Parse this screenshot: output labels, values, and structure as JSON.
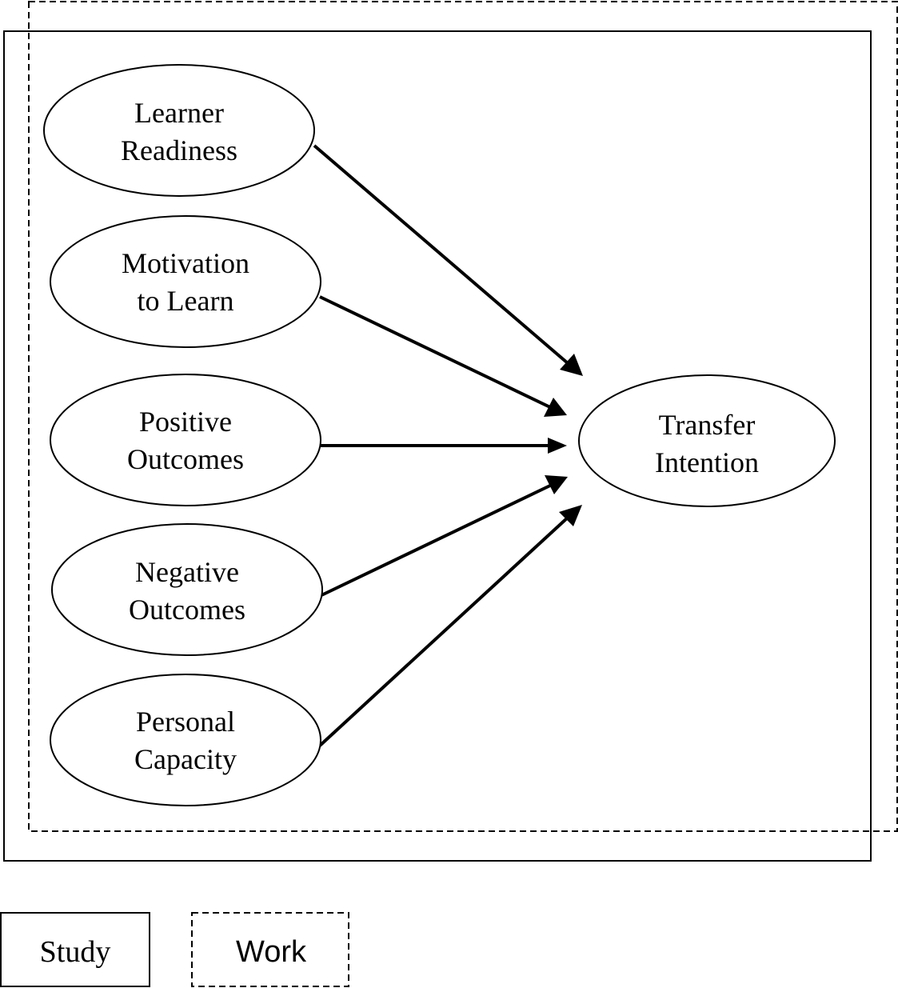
{
  "diagram": {
    "nodes": {
      "learner_readiness": {
        "line1": "Learner",
        "line2": "Readiness"
      },
      "motivation_to_learn": {
        "line1": "Motivation",
        "line2": "to Learn"
      },
      "positive_outcomes": {
        "line1": "Positive",
        "line2": "Outcomes"
      },
      "negative_outcomes": {
        "line1": "Negative",
        "line2": "Outcomes"
      },
      "personal_capacity": {
        "line1": "Personal",
        "line2": "Capacity"
      },
      "transfer_intention": {
        "line1": "Transfer",
        "line2": "Intention"
      }
    },
    "edges": [
      {
        "from": "Learner Readiness",
        "to": "Transfer Intention"
      },
      {
        "from": "Motivation to Learn",
        "to": "Transfer Intention"
      },
      {
        "from": "Positive Outcomes",
        "to": "Transfer Intention"
      },
      {
        "from": "Negative Outcomes",
        "to": "Transfer Intention"
      },
      {
        "from": "Personal Capacity",
        "to": "Transfer Intention"
      }
    ]
  },
  "legend": {
    "study_label": "Study",
    "work_label": "Work"
  }
}
